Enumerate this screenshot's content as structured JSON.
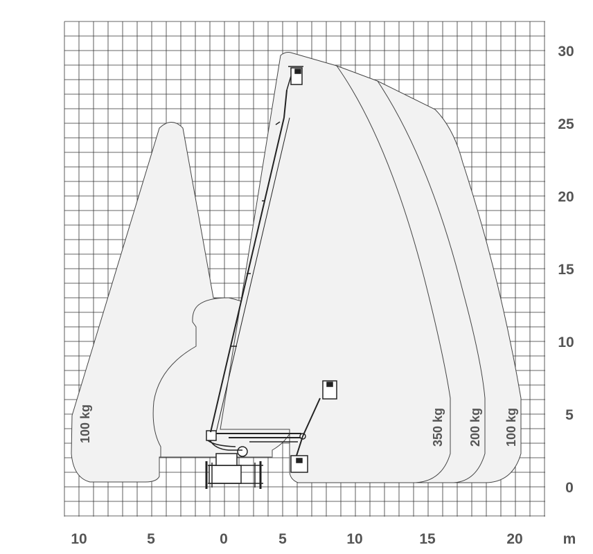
{
  "x_axis": {
    "ticks": [
      "10",
      "5",
      "0",
      "5",
      "10",
      "15",
      "20"
    ],
    "unit": "m"
  },
  "y_axis": {
    "ticks": [
      "30",
      "25",
      "20",
      "15",
      "10",
      "5",
      "0"
    ]
  },
  "load_zones": {
    "left_label": "100 kg",
    "right_labels": [
      "350 kg",
      "200 kg",
      "100 kg"
    ]
  },
  "colors": {
    "grid": "#333333",
    "zone_fill": "#f2f2f2",
    "zone_line": "#444444",
    "machine": "#222222",
    "text": "#555555"
  }
}
